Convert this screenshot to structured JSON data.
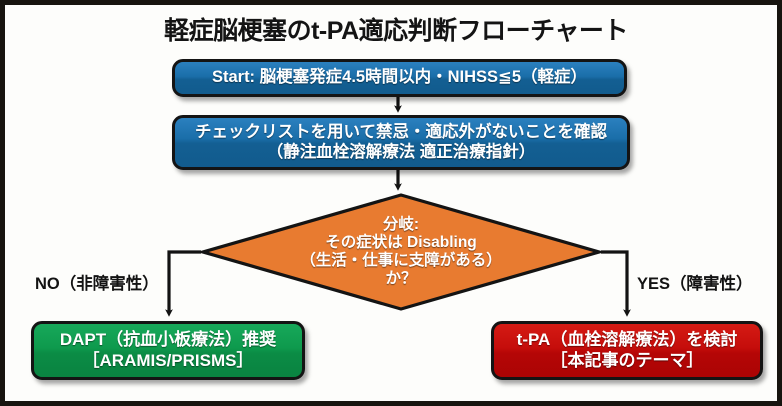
{
  "chart_data": {
    "type": "diagram",
    "title": "軽症脳梗塞のt-PA適応判断フローチャート",
    "nodes": [
      {
        "id": "start",
        "shape": "rounded-rect",
        "color": "#1a6ea9",
        "lines": [
          "Start: 脳梗塞発症4.5時間以内・NIHSS≦5（軽症）"
        ]
      },
      {
        "id": "check",
        "shape": "rounded-rect",
        "color": "#1a6ea9",
        "lines": [
          "チェックリストを用いて禁忌・適応外がないことを確認",
          "（静注血栓溶解療法 適正治療指針）"
        ]
      },
      {
        "id": "decision",
        "shape": "diamond",
        "color": "#e87b30",
        "lines": [
          "分岐:",
          "その症状は Disabling",
          "（生活・仕事に支障がある）",
          "か？"
        ]
      },
      {
        "id": "dapt",
        "shape": "rounded-rect",
        "color": "#0e9a4d",
        "lines": [
          "DAPT（抗血小板療法）推奨",
          "［ARAMIS/PRISMS］"
        ]
      },
      {
        "id": "tpa",
        "shape": "rounded-rect",
        "color": "#c50d0b",
        "lines": [
          "t-PA（血栓溶解療法）を検討",
          "［本記事のテーマ］"
        ]
      }
    ],
    "edges": [
      {
        "from": "start",
        "to": "check",
        "label": ""
      },
      {
        "from": "check",
        "to": "decision",
        "label": ""
      },
      {
        "from": "decision",
        "to": "dapt",
        "label": "NO（非障害性）"
      },
      {
        "from": "decision",
        "to": "tpa",
        "label": "YES（障害性）"
      }
    ]
  },
  "title": "軽症脳梗塞のt-PA適応判断フローチャート",
  "nodes": {
    "start": {
      "line1": "Start: 脳梗塞発症4.5時間以内・NIHSS≦5（軽症）"
    },
    "check": {
      "line1": "チェックリストを用いて禁忌・適応外がないことを確認",
      "line2": "（静注血栓溶解療法 適正治療指針）"
    },
    "decision": {
      "line1": "分岐:",
      "line2": "その症状は Disabling",
      "line3": "（生活・仕事に支障がある）",
      "line4": "か？"
    },
    "dapt": {
      "line1": "DAPT（抗血小板療法）推奨",
      "line2": "［ARAMIS/PRISMS］"
    },
    "tpa": {
      "line1": "t-PA（血栓溶解療法）を検討",
      "line2": "［本記事のテーマ］"
    }
  },
  "labels": {
    "no": "NO（非障害性）",
    "yes": "YES（障害性）"
  },
  "colors": {
    "blue": "#1a6ea9",
    "green": "#0e9a4d",
    "red": "#c50d0b",
    "orange": "#e87b30",
    "outline": "#141414",
    "background": "#fdfdfb",
    "frame": "#17140f",
    "text_on_fill": "#ffffff",
    "label_text": "#131313"
  }
}
